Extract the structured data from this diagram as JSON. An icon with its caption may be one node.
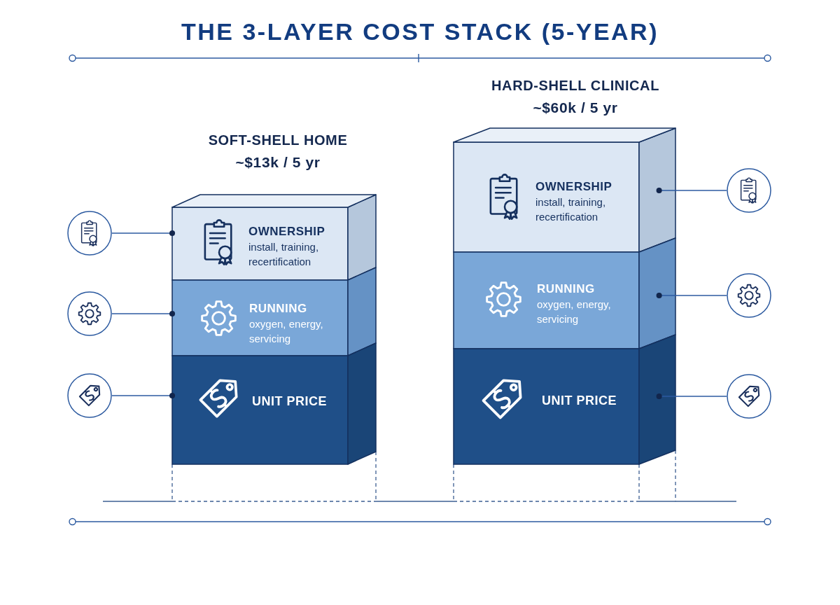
{
  "diagram": {
    "title": "THE 3-LAYER COST STACK (5-YEAR)",
    "nodes": [
      {
        "text": [],
        "shape": "circle"
      },
      {
        "text": [],
        "shape": "circle"
      },
      {
        "text": [],
        "shape": "circle"
      },
      {
        "text": [
          "SOFT-SHELL HOME",
          "~$13k / 5 yr"
        ]
      },
      {
        "text": [
          "OWNERSHIP",
          "install, training, recertification"
        ],
        "in": 3
      },
      {
        "text": [
          "RUNNING",
          "oxygen, energy, servicing"
        ],
        "in": 3
      },
      {
        "text": [
          "UNIT PRICE"
        ],
        "in": 3
      },
      {
        "text": [
          "HARD-SHELL CLINICAL",
          "~$60k / 5 yr"
        ]
      },
      {
        "text": [
          "OWNERSHIP",
          "install, training, recertification"
        ],
        "in": 7
      },
      {
        "text": [
          "RUNNING",
          "oxygen, energy, servicing"
        ],
        "in": 7
      },
      {
        "text": [
          "UNIT PRICE"
        ],
        "in": 7
      },
      {
        "text": [],
        "shape": "circle"
      },
      {
        "text": [],
        "shape": "circle"
      },
      {
        "text": [],
        "shape": "circle"
      }
    ],
    "edges": [
      {
        "from": 0,
        "to": 4,
        "arrow": "other"
      },
      {
        "from": 1,
        "to": 5,
        "arrow": "other"
      },
      {
        "from": 2,
        "to": 6,
        "arrow": "other"
      },
      {
        "from": 11,
        "to": 8,
        "arrow": "other"
      },
      {
        "from": 12,
        "to": 9,
        "arrow": "other"
      },
      {
        "from": 13,
        "to": 10,
        "arrow": "other"
      }
    ]
  }
}
